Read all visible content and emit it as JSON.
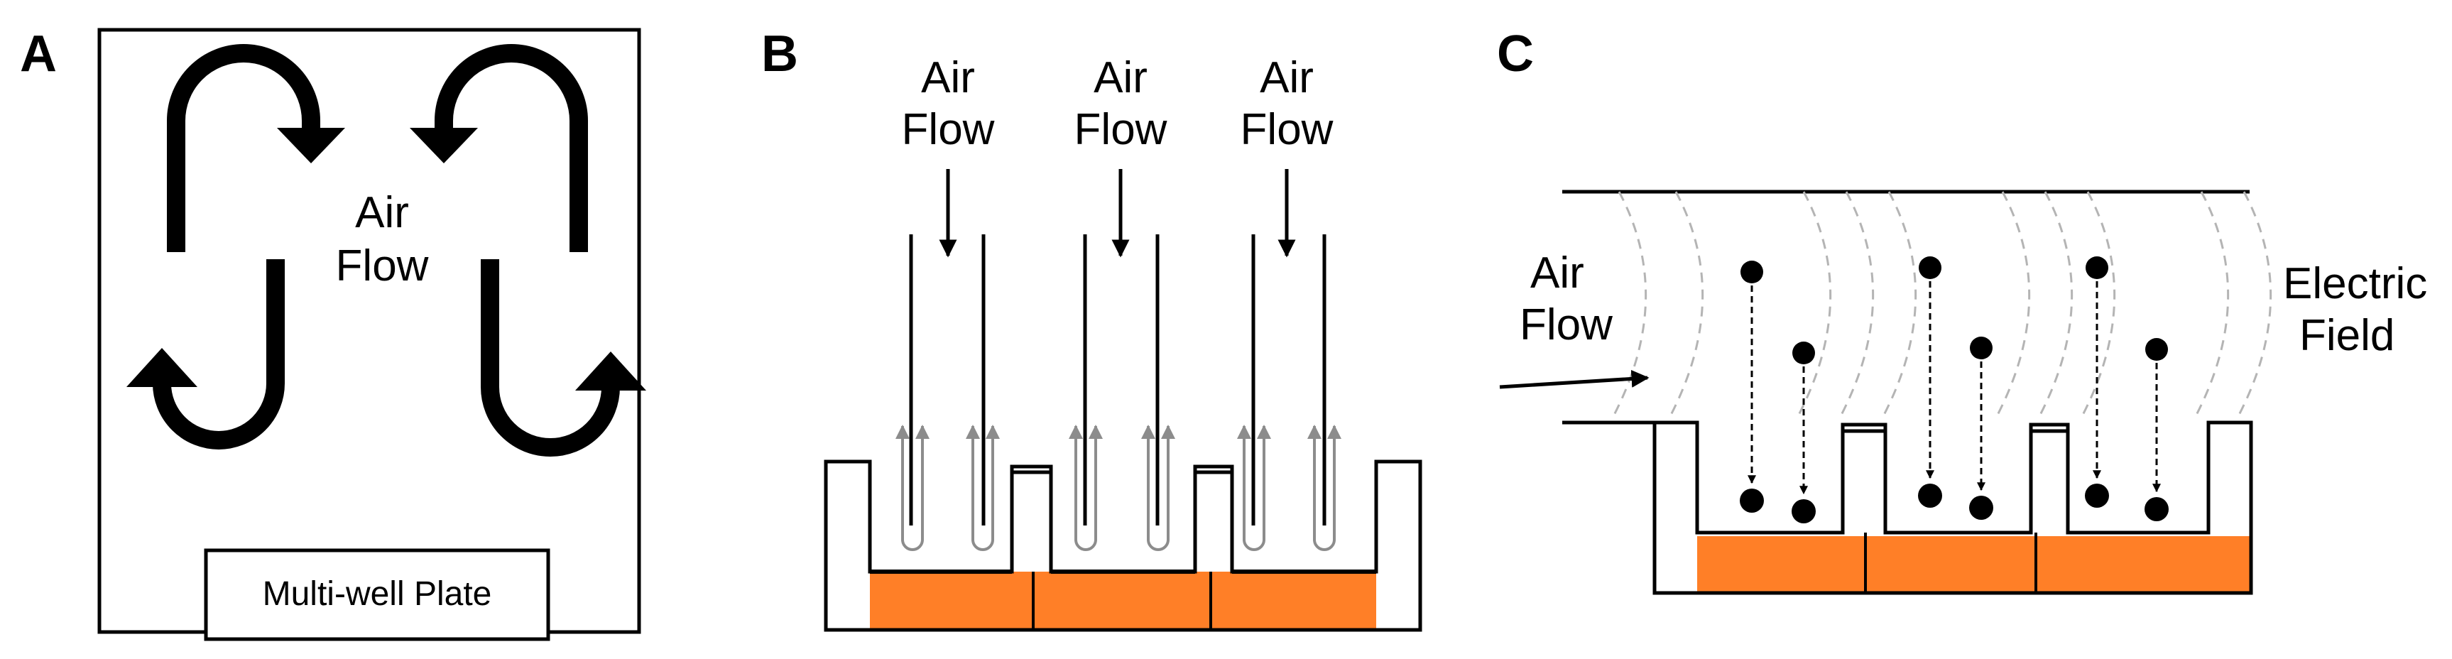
{
  "panels": {
    "a": {
      "letter": "A",
      "air_flow_line1": "Air",
      "air_flow_line2": "Flow",
      "plate_label": "Multi-well Plate"
    },
    "b": {
      "letter": "B",
      "inlets": [
        {
          "line1": "Air",
          "line2": "Flow"
        },
        {
          "line1": "Air",
          "line2": "Flow"
        },
        {
          "line1": "Air",
          "line2": "Flow"
        }
      ]
    },
    "c": {
      "letter": "C",
      "air_flow_line1": "Air",
      "air_flow_line2": "Flow",
      "field_line1": "Electric",
      "field_line2": "Field"
    }
  },
  "colors": {
    "liquid": "#ff7f27",
    "stroke": "#000000",
    "return_flow": "#8c8c8c",
    "field_lines": "#b4b4b4"
  }
}
